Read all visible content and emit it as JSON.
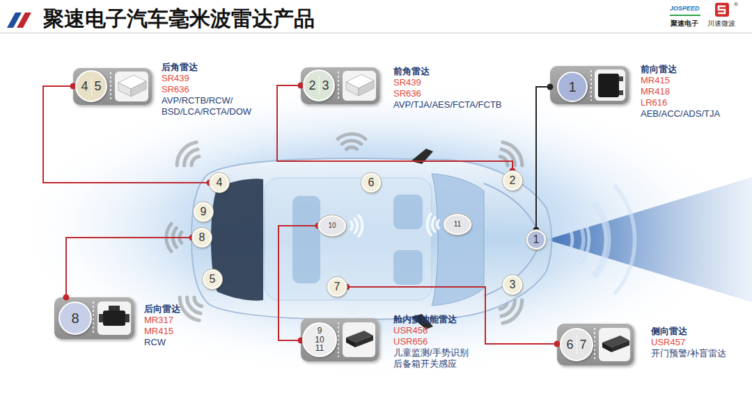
{
  "diagram": {
    "title": "聚速电子汽车毫米波雷达产品",
    "nodes": [
      {
        "text": [
          "后角雷达",
          "SR439",
          "SR636",
          "AVP/RCTB/RCW/ BSD/LCA/RCTA/DOW"
        ]
      },
      {
        "text": [
          "4",
          "5"
        ],
        "in": 0
      },
      {
        "text": [
          "前角雷达",
          "SR439",
          "SR636",
          "AVP/TJA/AES/FCTA/FCTB"
        ]
      },
      {
        "text": [
          "2",
          "3"
        ],
        "in": 2
      },
      {
        "text": [
          "前向雷达",
          "MR415",
          "MR418",
          "LR616",
          "AEB/ACC/ADS/TJA"
        ]
      },
      {
        "text": [
          "1"
        ],
        "in": 4
      },
      {
        "text": [
          "后向雷达",
          "MR317",
          "MR415",
          "RCW"
        ]
      },
      {
        "text": [
          "8"
        ],
        "in": 6
      },
      {
        "text": [
          "舱内多功能雷达",
          "USR456",
          "USR656",
          "儿童监测/手势识别",
          "后备箱开关感应"
        ]
      },
      {
        "text": [
          "9",
          "10",
          "11"
        ],
        "in": 8
      },
      {
        "text": [
          "侧向雷达",
          "USR457",
          "开门预警/补盲雷达"
        ]
      },
      {
        "text": [
          "6",
          "7"
        ],
        "in": 10
      },
      {
        "text": [
          "1"
        ]
      },
      {
        "text": [
          "2"
        ]
      },
      {
        "text": [
          "3"
        ]
      },
      {
        "text": [
          "4"
        ]
      },
      {
        "text": [
          "5"
        ]
      },
      {
        "text": [
          "6"
        ]
      },
      {
        "text": [
          "7"
        ]
      },
      {
        "text": [
          "8"
        ]
      },
      {
        "text": [
          "9"
        ]
      },
      {
        "text": [
          "10"
        ]
      },
      {
        "text": [
          "11"
        ]
      }
    ],
    "edges": [
      {
        "from": 0,
        "to": 15,
        "arrow": "none"
      },
      {
        "from": 2,
        "to": 13,
        "arrow": "none"
      },
      {
        "from": 4,
        "to": 12,
        "arrow": "none"
      },
      {
        "from": 6,
        "to": 19,
        "arrow": "none"
      },
      {
        "from": 8,
        "to": 21,
        "arrow": "none"
      },
      {
        "from": 10,
        "to": 18,
        "arrow": "none"
      }
    ],
    "labels": [
      "JOSPEED",
      "®",
      "聚速电子",
      "川速微波"
    ]
  }
}
